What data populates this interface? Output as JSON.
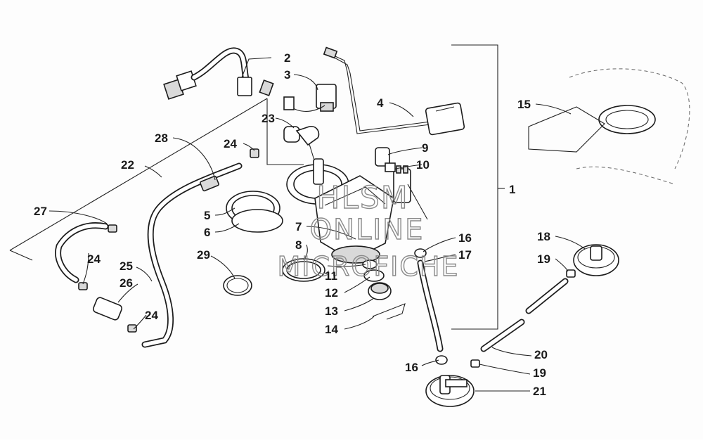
{
  "diagram": {
    "callouts": [
      {
        "id": "c1",
        "label": "1"
      },
      {
        "id": "c2",
        "label": "2"
      },
      {
        "id": "c3",
        "label": "3"
      },
      {
        "id": "c4",
        "label": "4"
      },
      {
        "id": "c5",
        "label": "5"
      },
      {
        "id": "c6",
        "label": "6"
      },
      {
        "id": "c7",
        "label": "7"
      },
      {
        "id": "c8",
        "label": "8"
      },
      {
        "id": "c9",
        "label": "9"
      },
      {
        "id": "c10",
        "label": "10"
      },
      {
        "id": "c11",
        "label": "11"
      },
      {
        "id": "c12",
        "label": "12"
      },
      {
        "id": "c13",
        "label": "13"
      },
      {
        "id": "c14",
        "label": "14"
      },
      {
        "id": "c15",
        "label": "15"
      },
      {
        "id": "c16a",
        "label": "16"
      },
      {
        "id": "c16b",
        "label": "16"
      },
      {
        "id": "c17",
        "label": "17"
      },
      {
        "id": "c18",
        "label": "18"
      },
      {
        "id": "c19a",
        "label": "19"
      },
      {
        "id": "c19b",
        "label": "19"
      },
      {
        "id": "c20",
        "label": "20"
      },
      {
        "id": "c21",
        "label": "21"
      },
      {
        "id": "c22",
        "label": "22"
      },
      {
        "id": "c23",
        "label": "23"
      },
      {
        "id": "c24a",
        "label": "24"
      },
      {
        "id": "c24b",
        "label": "24"
      },
      {
        "id": "c24c",
        "label": "24"
      },
      {
        "id": "c25",
        "label": "25"
      },
      {
        "id": "c26",
        "label": "26"
      },
      {
        "id": "c27",
        "label": "27"
      },
      {
        "id": "c28",
        "label": "28"
      },
      {
        "id": "c29",
        "label": "29"
      }
    ]
  },
  "watermark": {
    "line1": "HLSM",
    "line2": "ONLINE",
    "line3": "MICROFICHE"
  }
}
